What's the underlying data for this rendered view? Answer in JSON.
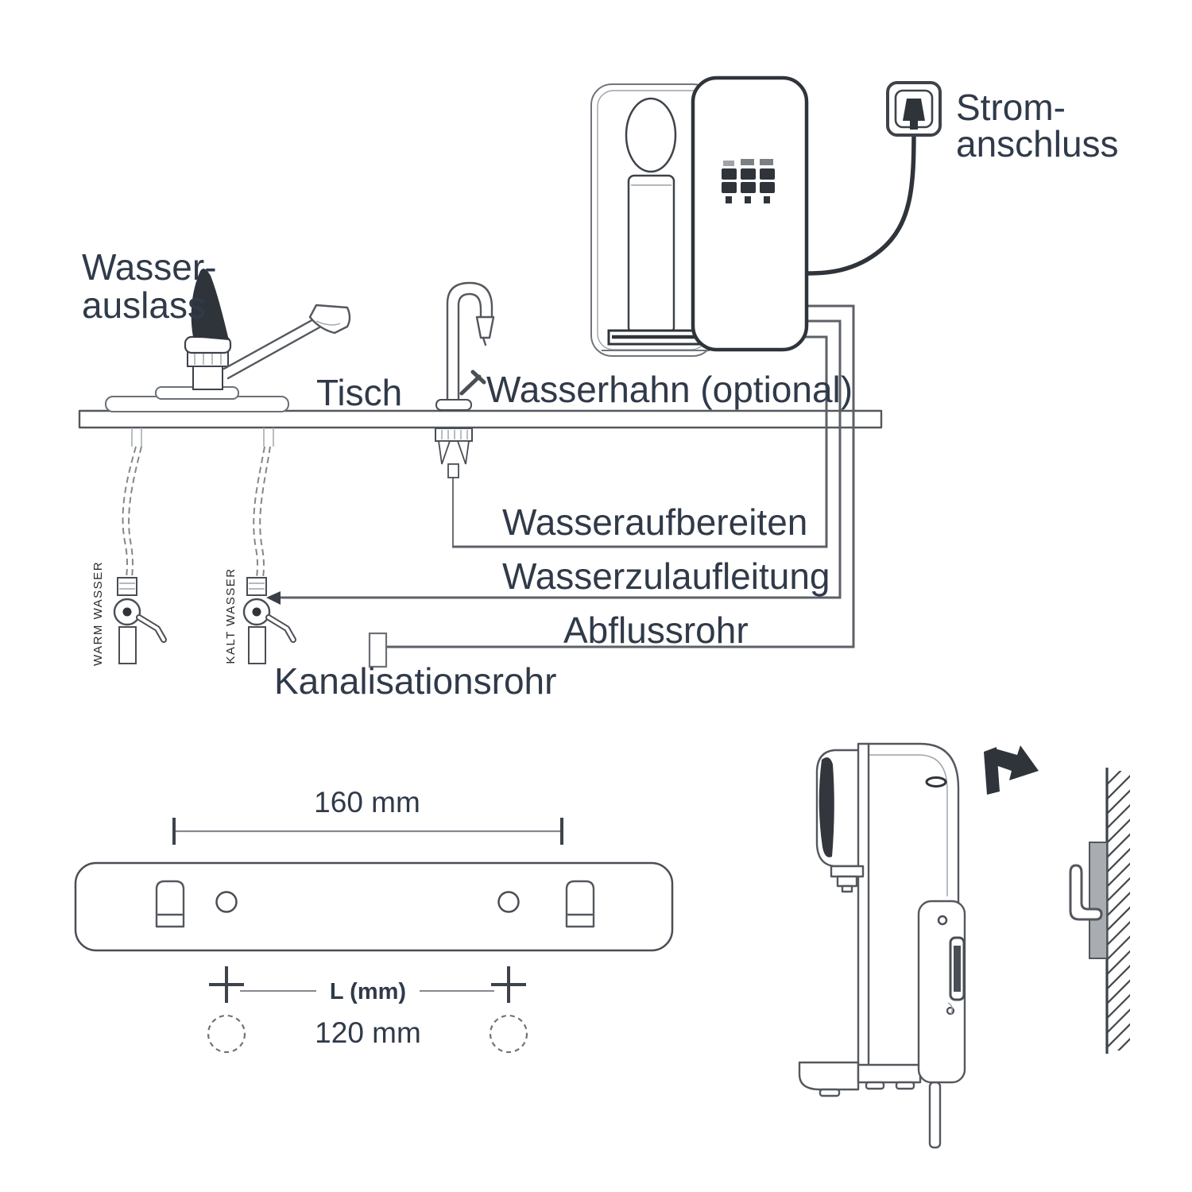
{
  "colors": {
    "label_text": "#303a49",
    "line": "#54585e",
    "pipe": "#5d6167",
    "dark": "#2f343b",
    "bracket_fill": "#a9acb0"
  },
  "installation": {
    "power_label_line1": "Strom-",
    "power_label_line2": "anschluss",
    "water_outlet_line1": "Wasser-",
    "water_outlet_line2": "auslass",
    "table_label": "Tisch",
    "optional_faucet_label": "Wasserhahn (optional)",
    "treated_water_label": "Wasseraufbereiten",
    "water_supply_label": "Wasserzulaufleitung",
    "drain_pipe_label": "Abflussrohr",
    "sewer_pipe_label": "Kanalisationsrohr",
    "warm_water_label": "WARM WASSER",
    "cold_water_label": "KALT WASSER"
  },
  "mounting_template": {
    "hook_distance": "160 mm",
    "hole_distance_label": "L (mm)",
    "hole_distance_value": "120 mm"
  }
}
